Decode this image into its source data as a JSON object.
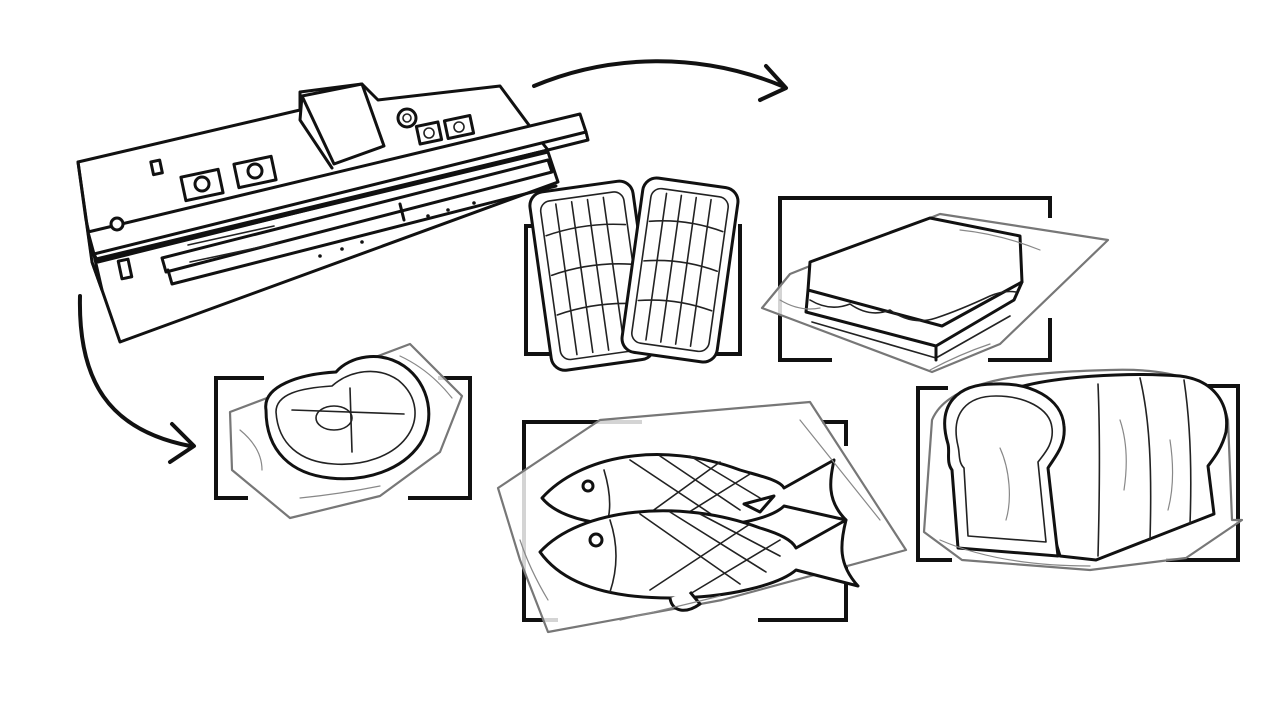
{
  "scene": {
    "subject": "vacuum-sealer-illustration",
    "items": [
      {
        "name": "vacuum-sealer-machine",
        "icon": "vacuum-sealer-icon"
      },
      {
        "name": "packaged-steak",
        "icon": "steak-icon"
      },
      {
        "name": "packaged-trays",
        "icon": "tray-icon"
      },
      {
        "name": "packaged-sandwich",
        "icon": "sandwich-icon"
      },
      {
        "name": "packaged-fish",
        "icon": "fish-icon"
      },
      {
        "name": "packaged-bread",
        "icon": "bread-icon"
      }
    ],
    "colors": {
      "ink": "#111111",
      "bag_outline": "#777777",
      "background": "#ffffff"
    }
  }
}
